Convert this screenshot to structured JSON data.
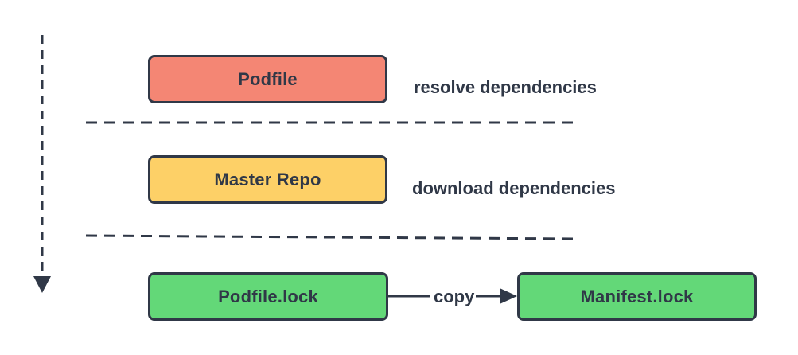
{
  "colors": {
    "stroke": "#303847",
    "podfile_fill": "#f48674",
    "master_repo_fill": "#fdd067",
    "lock_fill": "#63d878"
  },
  "boxes": {
    "podfile": "Podfile",
    "master_repo": "Master Repo",
    "podfile_lock": "Podfile.lock",
    "manifest_lock": "Manifest.lock"
  },
  "labels": {
    "resolve": "resolve dependencies",
    "download": "download dependencies",
    "copy": "copy"
  }
}
